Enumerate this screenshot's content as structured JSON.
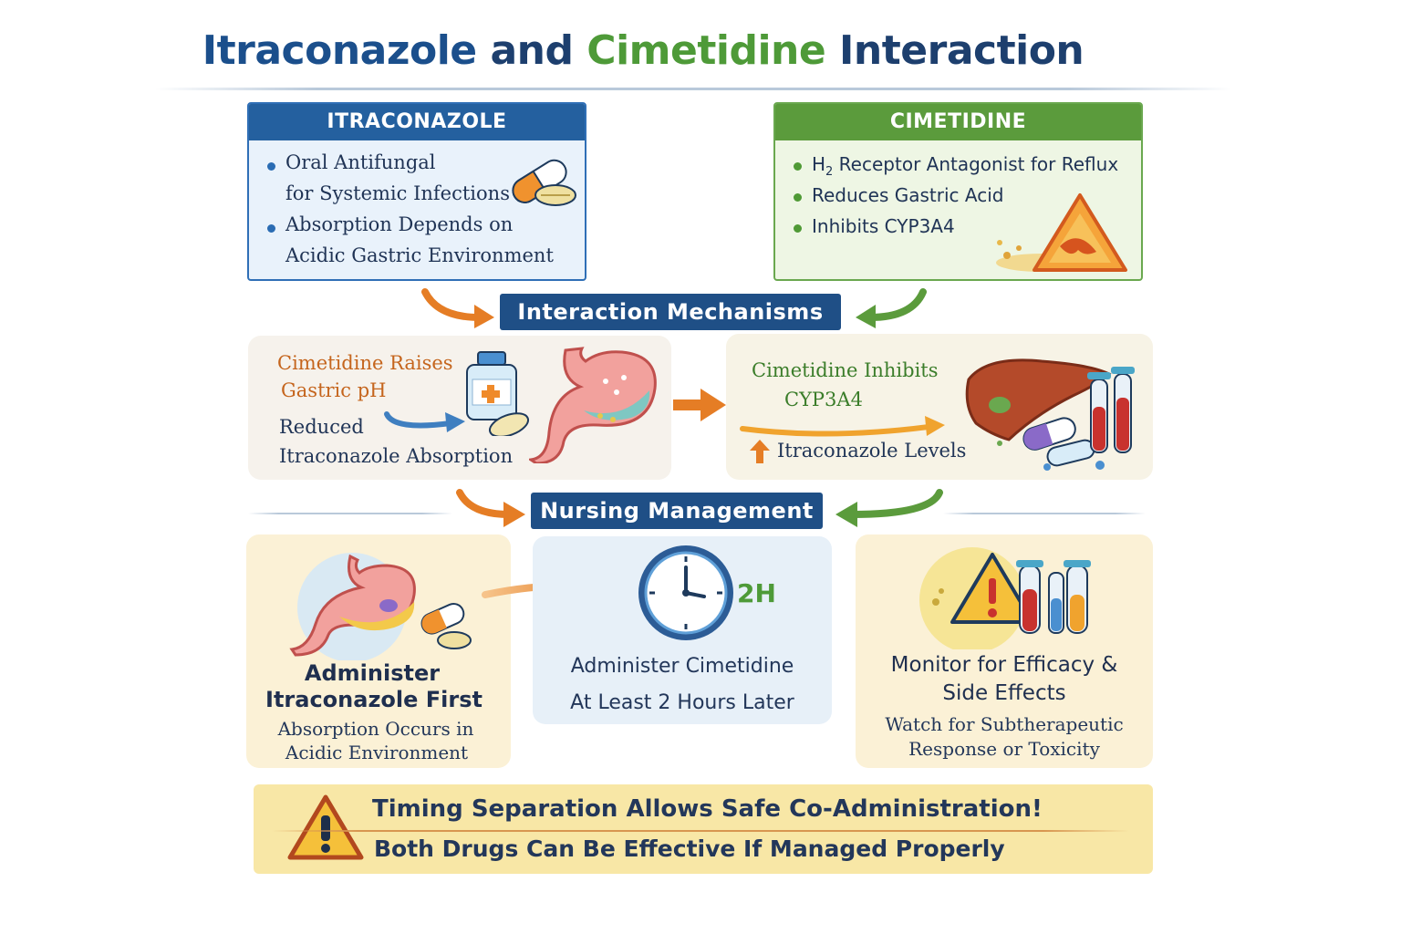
{
  "title": {
    "part1": "Itraconazole",
    "part2": "and",
    "part3": "Cimetidine",
    "part4": "Interaction"
  },
  "itraconazole": {
    "header": "ITRACONAZOLE",
    "bullet1_line1": "Oral Antifungal",
    "bullet1_line2": "for Systemic Infections",
    "bullet2_line1": "Absorption Depends on",
    "bullet2_line2": "Acidic Gastric Environment"
  },
  "cimetidine": {
    "header": "CIMETIDINE",
    "bullet1_pre": "H",
    "bullet1_sub": "2",
    "bullet1_post": " Receptor Antagonist for Reflux",
    "bullet2": "Reduces Gastric Acid",
    "bullet3": "Inhibits CYP3A4"
  },
  "mechanisms": {
    "label": "Interaction  Mechanisms",
    "left": {
      "title_line1": "Cimetidine Raises",
      "title_line2": "Gastric pH",
      "effect_line1": "Reduced",
      "effect_line2": "Itraconazole Absorption"
    },
    "right": {
      "title_line1": "Cimetidine Inhibits",
      "title_line2": "CYP3A4",
      "effect": "Itraconazole Levels"
    }
  },
  "management": {
    "label": "Nursing Management",
    "step1": {
      "title_line1": "Administer",
      "title_line2": "Itraconazole First",
      "sub_line1": "Absorption Occurs in",
      "sub_line2": "Acidic Environment"
    },
    "step2": {
      "clock_label": "2H",
      "line1": "Administer Cimetidine",
      "line2": "At Least 2 Hours Later"
    },
    "step3": {
      "title_line1": "Monitor for Efficacy &",
      "title_line2": "Side Effects",
      "sub_line1": "Watch for Subtherapeutic",
      "sub_line2": "Response or Toxicity"
    }
  },
  "banner": {
    "line1": "Timing Separation Allows Safe Co-Administration!",
    "line2": "Both Drugs Can Be Effective If Managed Properly"
  },
  "icons": [
    "capsule-icon",
    "tablet-icon",
    "warning-triangle-icon",
    "medicine-bottle-icon",
    "stomach-icon",
    "liver-icon",
    "test-tube-icon",
    "clock-icon",
    "arrow-icon"
  ],
  "colors": {
    "blue": "#24609f",
    "green": "#5b9b3c",
    "orange": "#e57d25",
    "navy": "#1f4f86",
    "banner": "#f8e7a6"
  }
}
